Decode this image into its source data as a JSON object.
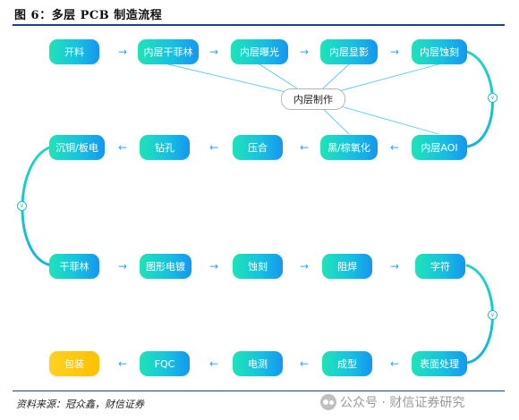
{
  "figure": {
    "title": "图 6：多层 PCB 制造流程",
    "source": "资料来源：冠众鑫，财信证券",
    "watermark": "公众号 · 财信证券研究"
  },
  "diagram": {
    "center": "内层制作",
    "row1": [
      "开料",
      "内层干菲林",
      "内层曝光",
      "内层显影",
      "内层蚀刻"
    ],
    "row2": [
      "沉铜/板电",
      "钻孔",
      "压合",
      "黑/棕氧化",
      "内层AOI"
    ],
    "row3": [
      "干菲林",
      "图形电镀",
      "蚀刻",
      "阻焊",
      "字符"
    ],
    "row4": [
      "包装",
      "FQC",
      "电测",
      "成型",
      "表面处理"
    ],
    "arrow_right": "→",
    "arrow_left": "←",
    "bead_glyph": "∨",
    "colors": {
      "node_start": "#1fe3b8",
      "node_end": "#1596f0",
      "final_node": "#ffc000",
      "connector": "#19c5c9",
      "arrow": "#2ea7e6"
    }
  }
}
